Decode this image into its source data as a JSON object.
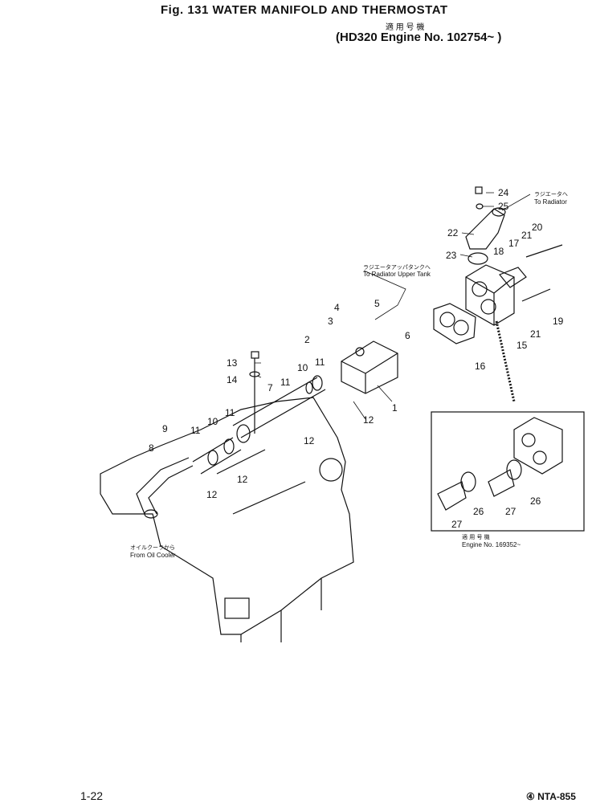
{
  "header": {
    "title": "Fig. 131  WATER MANIFOLD AND THERMOSTAT",
    "applicability_jp": "適 用 号 機",
    "applicability": "(HD320 Engine No. 102754~ )"
  },
  "notes": {
    "to_radiator_jp": "ラジエータへ",
    "to_radiator": "To Radiator",
    "upper_tank_jp": "ラジエータアッパタンクへ",
    "upper_tank": "To Radiator Upper Tank",
    "oil_cooler_jp": "オイルクーラから",
    "oil_cooler": "From Oil Cooler"
  },
  "inset": {
    "applicability_jp": "適 用 号 機",
    "applicability": "Engine No. 169352~"
  },
  "part_numbers": {
    "p1": "1",
    "p2": "2",
    "p3": "3",
    "p4": "4",
    "p5": "5",
    "p6": "6",
    "p7": "7",
    "p8": "8",
    "p9": "9",
    "p10a": "10",
    "p10b": "10",
    "p11a": "11",
    "p11b": "11",
    "p11c": "11",
    "p11d": "11",
    "p12a": "12",
    "p12b": "12",
    "p12c": "12",
    "p12d": "12",
    "p13": "13",
    "p14": "14",
    "p15": "15",
    "p16": "16",
    "p17": "17",
    "p18": "18",
    "p19": "19",
    "p20": "20",
    "p21a": "21",
    "p21b": "21",
    "p22": "22",
    "p23": "23",
    "p24": "24",
    "p25": "25",
    "p26a": "26",
    "p26b": "26",
    "p27a": "27",
    "p27b": "27"
  },
  "footer": {
    "page": "1-22",
    "code": "④ NTA-855"
  }
}
